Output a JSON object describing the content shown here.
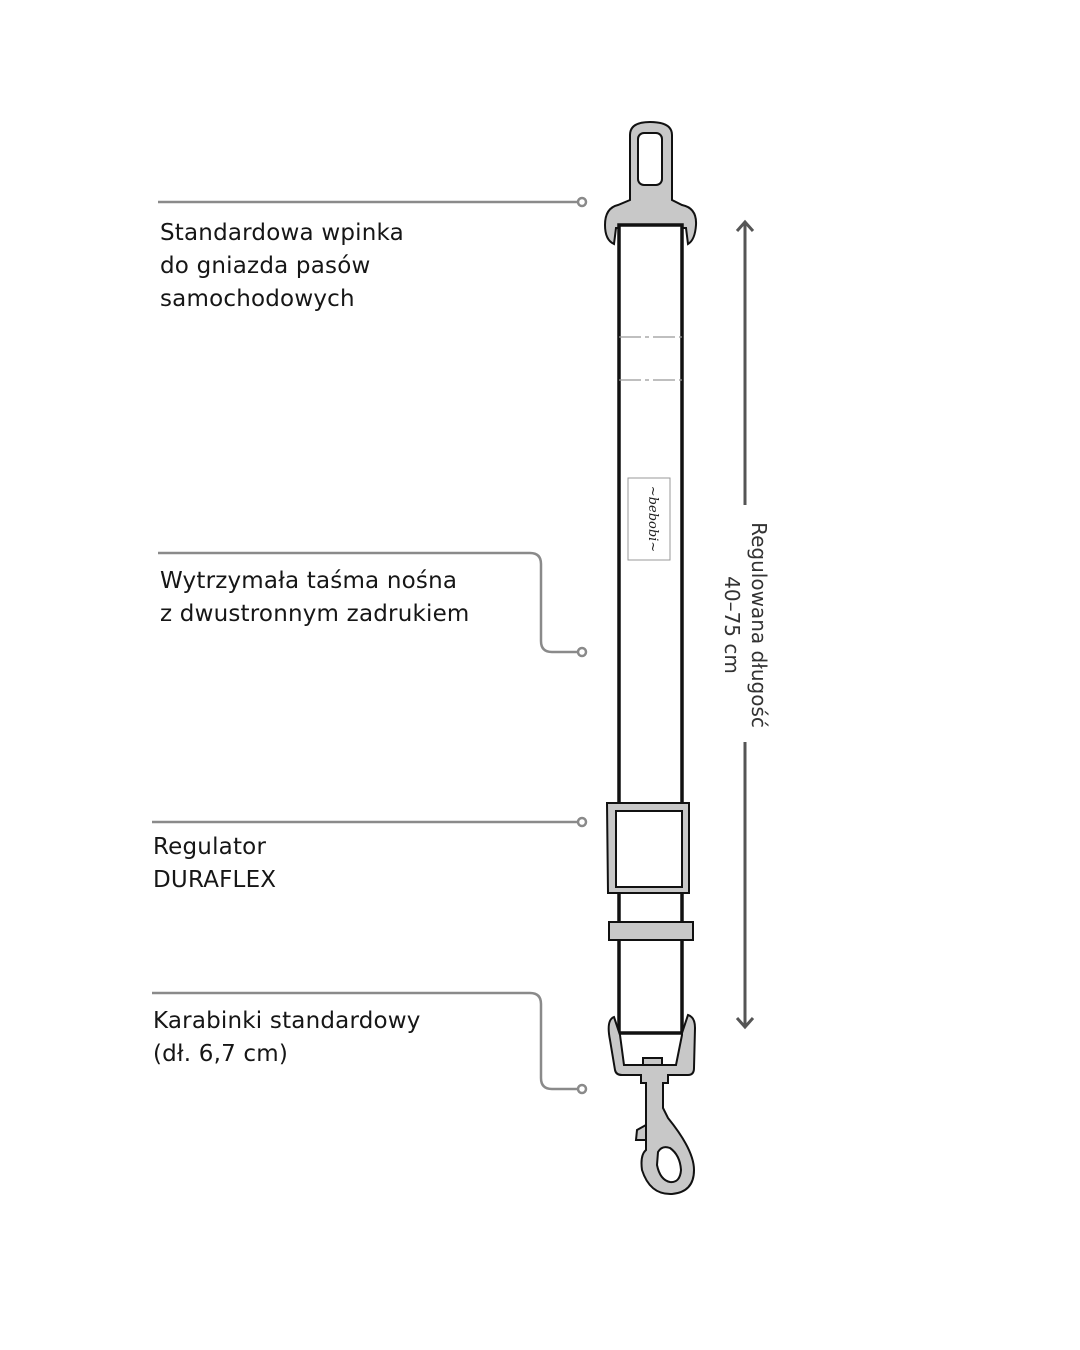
{
  "callouts": [
    {
      "lines": [
        "Standardowa wpinka",
        "do gniazda pasów",
        "samochodowych"
      ]
    },
    {
      "lines": [
        "Wytrzymała taśma nośna",
        "z dwustronnym zadrukiem"
      ]
    },
    {
      "lines": [
        "Regulator",
        "DURAFLEX"
      ]
    },
    {
      "lines": [
        "Karabinki standardowy",
        "(dł. 6,7 cm)"
      ]
    }
  ],
  "dimension": {
    "title": "Regulowana długość",
    "range": "40–75 cm"
  },
  "colors": {
    "line": "#8a8a8a",
    "metal": "#c8c8c8",
    "outline": "#111111",
    "arrow": "#555555"
  }
}
